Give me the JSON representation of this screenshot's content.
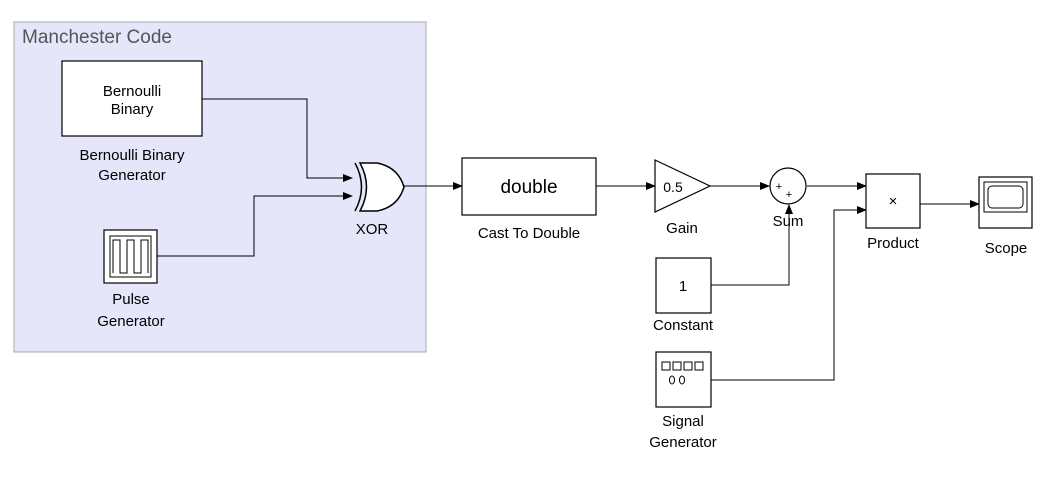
{
  "area": {
    "title": "Manchester Code",
    "fill": "#e6e6fa",
    "stroke": "#aaaaaa"
  },
  "blocks": {
    "bernoulli": {
      "inner_line1": "Bernoulli",
      "inner_line2": "Binary",
      "label_line1": "Bernoulli Binary",
      "label_line2": "Generator"
    },
    "pulse": {
      "label_line1": "Pulse",
      "label_line2": "Generator",
      "icon": "pulse-wave-icon"
    },
    "xor": {
      "label": "XOR"
    },
    "cast": {
      "inner": "double",
      "label": "Cast To Double"
    },
    "gain": {
      "inner": "0.5",
      "label": "Gain"
    },
    "sum": {
      "sign1": "+",
      "sign2": "+",
      "label": "Sum"
    },
    "constant": {
      "inner": "1",
      "label": "Constant"
    },
    "signal": {
      "label_line1": "Signal",
      "label_line2": "Generator",
      "icon": "signal-generator-icon"
    },
    "product": {
      "inner": "×",
      "label": "Product"
    },
    "scope": {
      "label": "Scope",
      "icon": "scope-screen-icon"
    }
  },
  "colors": {
    "wire": "#000000",
    "block_fill": "#ffffff",
    "block_border": "#000000"
  }
}
